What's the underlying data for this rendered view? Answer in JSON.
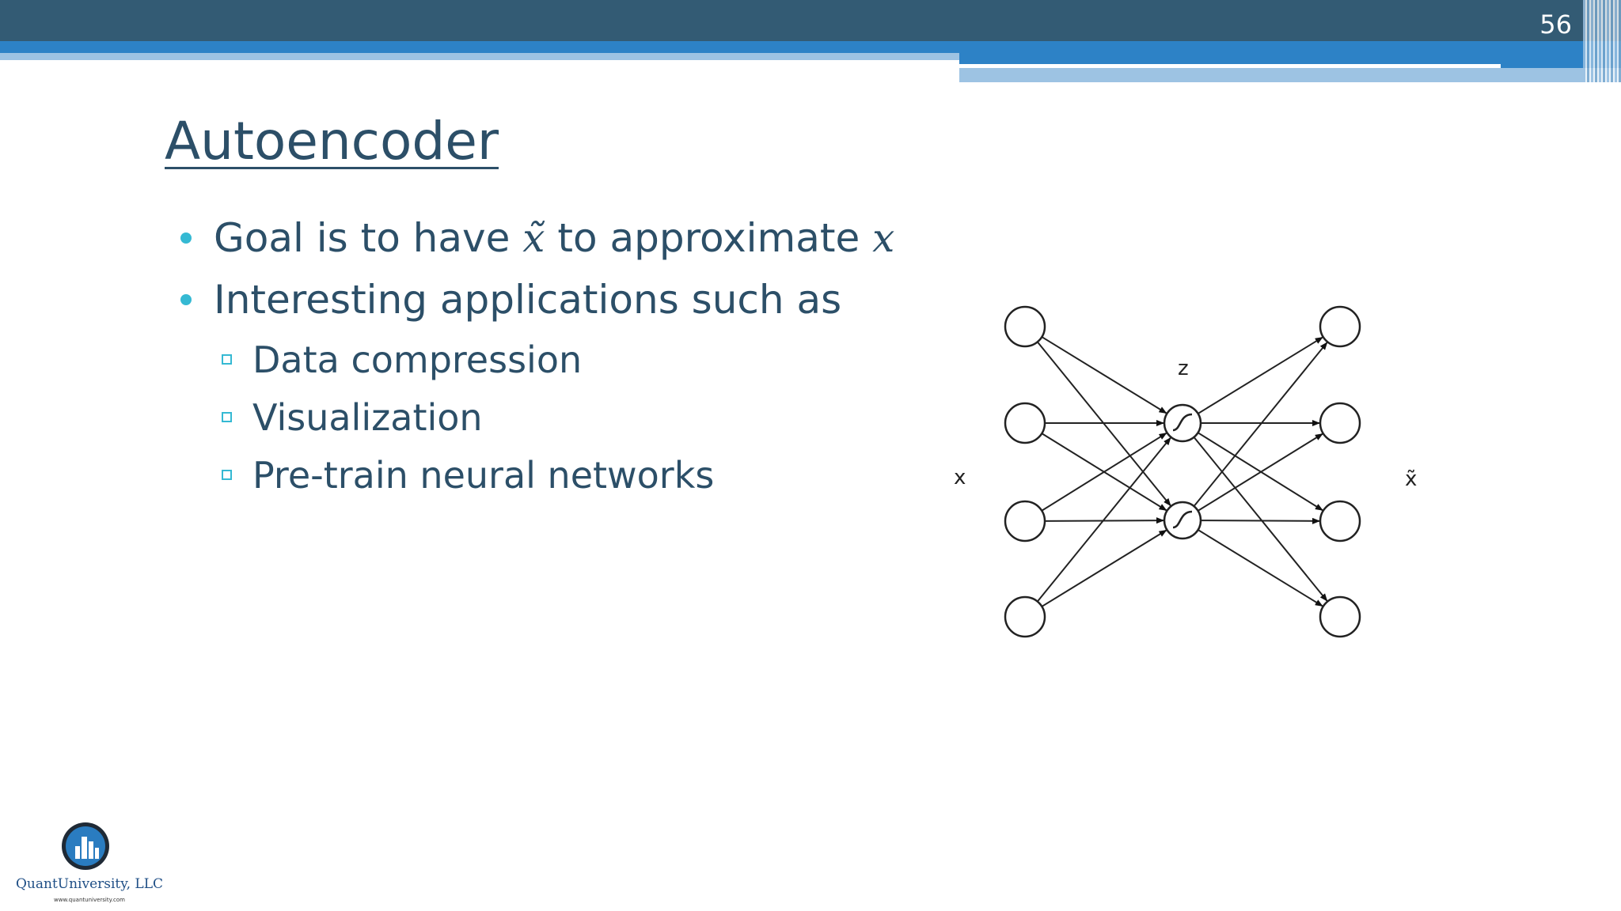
{
  "slide": {
    "page_number": "56",
    "title": "Autoencoder"
  },
  "bullets": [
    {
      "before": "Goal is to have ",
      "math1": "x̃",
      "after": " to approximate ",
      "math2": "x"
    },
    {
      "text": "Interesting applications such as"
    }
  ],
  "sub_bullets": [
    "Data compression",
    "Visualization",
    "Pre-train neural networks"
  ],
  "diagram": {
    "input_label": "x",
    "hidden_label": "z",
    "output_label": "x̃"
  },
  "logo": {
    "name": "QuantUniversity, LLC",
    "url": "www.quantuniversity.com"
  },
  "colors": {
    "header_dark": "#335b74",
    "header_blue": "#2d82c6",
    "bullet_accent": "#35b9d3",
    "text": "#2c4f68"
  }
}
